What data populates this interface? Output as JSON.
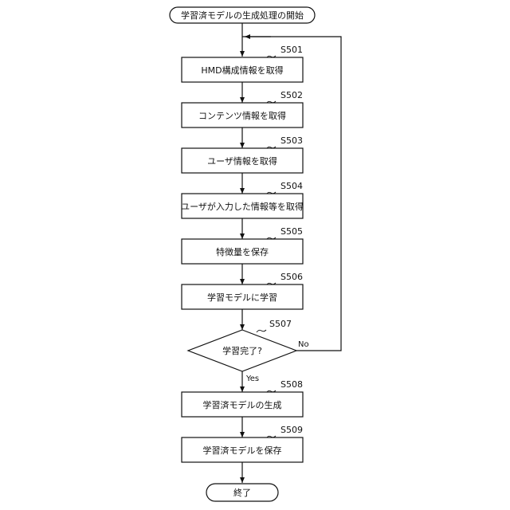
{
  "start": "学習済モデルの生成処理の開始",
  "end": "終了",
  "steps": [
    {
      "id": "S501",
      "label": "HMD構成情報を取得"
    },
    {
      "id": "S502",
      "label": "コンテンツ情報を取得"
    },
    {
      "id": "S503",
      "label": "ユーザ情報を取得"
    },
    {
      "id": "S504",
      "label": "ユーザが入力した情報等を取得"
    },
    {
      "id": "S505",
      "label": "特徴量を保存"
    },
    {
      "id": "S506",
      "label": "学習モデルに学習"
    }
  ],
  "decision": {
    "id": "S507",
    "label": "学習完了?",
    "yes": "Yes",
    "no": "No"
  },
  "after_steps": [
    {
      "id": "S508",
      "label": "学習済モデルの生成"
    },
    {
      "id": "S509",
      "label": "学習済モデルを保存"
    }
  ]
}
